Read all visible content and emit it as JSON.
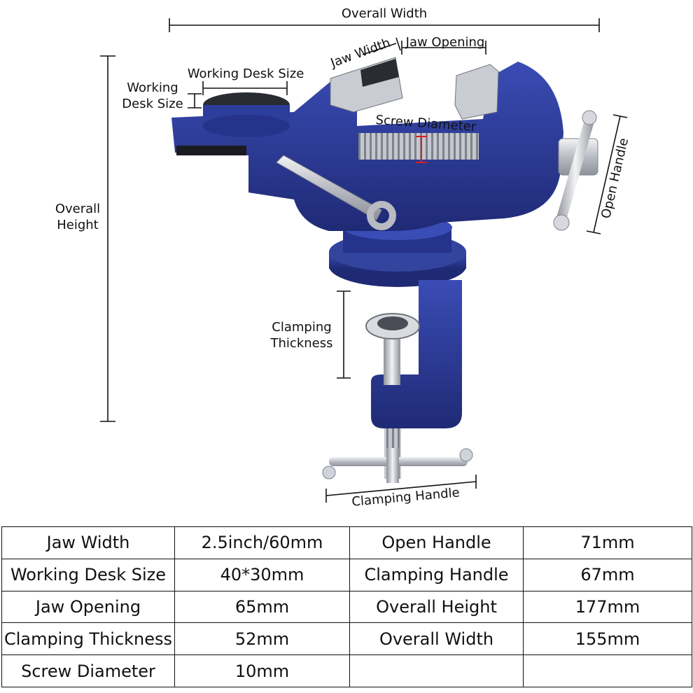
{
  "labels": {
    "overall_width": "Overall Width",
    "overall_height_1": "Overall",
    "overall_height_2": "Height",
    "jaw_width": "Jaw Width",
    "jaw_opening": "Jaw Opening",
    "working_desk_size_top": "Working Desk Size",
    "working_desk_size_side_1": "Working",
    "working_desk_size_side_2": "Desk Size",
    "screw_diameter": "Screw Diameter",
    "open_handle": "Open Handle",
    "clamping_thickness_1": "Clamping",
    "clamping_thickness_2": "Thickness",
    "clamping_handle": "Clamping Handle"
  },
  "specs": [
    {
      "left_label": "Jaw Width",
      "left_value": "2.5inch/60mm",
      "right_label": "Open Handle",
      "right_value": "71mm"
    },
    {
      "left_label": "Working Desk Size",
      "left_value": "40*30mm",
      "right_label": "Clamping Handle",
      "right_value": "67mm"
    },
    {
      "left_label": "Jaw Opening",
      "left_value": "65mm",
      "right_label": "Overall Height",
      "right_value": "177mm"
    },
    {
      "left_label": "Clamping Thickness",
      "left_value": "52mm",
      "right_label": "Overall Width",
      "right_value": "155mm"
    },
    {
      "left_label": "Screw Diameter",
      "left_value": "10mm",
      "right_label": "",
      "right_value": ""
    }
  ],
  "colors": {
    "body_blue": "#2d3d9c",
    "body_dark": "#1f2a75",
    "steel": "#c9ccd2",
    "screw_marker": "#d6202a"
  }
}
